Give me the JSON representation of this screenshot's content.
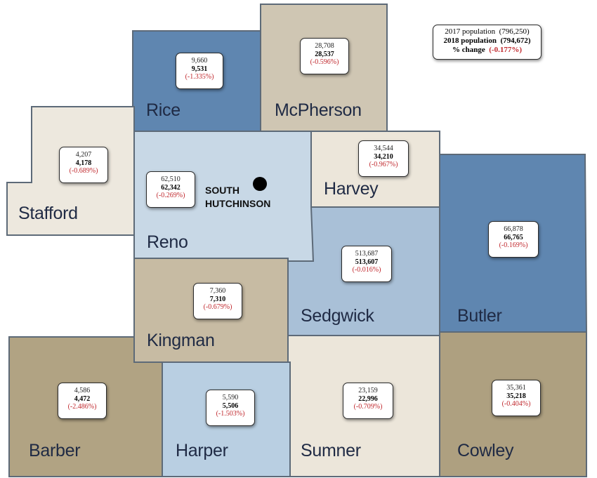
{
  "colors": {
    "rice": "#5f86b0",
    "mcpherson": "#cfc6b3",
    "stafford": "#ede8de",
    "reno": "#c8d8e6",
    "harvey": "#ece6da",
    "butler": "#5f86b0",
    "sedgwick": "#a9c0d7",
    "kingman": "#c7bba3",
    "barber": "#b1a383",
    "harper": "#b9cfe2",
    "sumner": "#ece6da",
    "cowley": "#aea080",
    "border": "#5d6a78",
    "percent_text": "#c0282d"
  },
  "legend": {
    "line1_label": "2017 population",
    "line1_value": "(796,250)",
    "line2_label": "2018 population",
    "line2_value": "(794,672)",
    "line3_label": "% change",
    "line3_value": "(-0.177%)"
  },
  "city": {
    "line1": "SOUTH",
    "line2": "HUTCHINSON"
  },
  "counties": {
    "rice": {
      "name": "Rice",
      "pop2017": "9,660",
      "pop2018": "9,531",
      "change": "(-1.335%)"
    },
    "mcpherson": {
      "name": "McPherson",
      "pop2017": "28,708",
      "pop2018": "28,537",
      "change": "(-0.596%)"
    },
    "stafford": {
      "name": "Stafford",
      "pop2017": "4,207",
      "pop2018": "4,178",
      "change": "(-0.689%)"
    },
    "reno": {
      "name": "Reno",
      "pop2017": "62,510",
      "pop2018": "62,342",
      "change": "(-0.269%)"
    },
    "harvey": {
      "name": "Harvey",
      "pop2017": "34,544",
      "pop2018": "34,210",
      "change": "(-0.967%)"
    },
    "butler": {
      "name": "Butler",
      "pop2017": "66,878",
      "pop2018": "66,765",
      "change": "(-0.169%)"
    },
    "sedgwick": {
      "name": "Sedgwick",
      "pop2017": "513,687",
      "pop2018": "513,607",
      "change": "(-0.016%)"
    },
    "kingman": {
      "name": "Kingman",
      "pop2017": "7,360",
      "pop2018": "7,310",
      "change": "(-0.679%)"
    },
    "barber": {
      "name": "Barber",
      "pop2017": "4,586",
      "pop2018": "4,472",
      "change": "(-2.486%)"
    },
    "harper": {
      "name": "Harper",
      "pop2017": "5,590",
      "pop2018": "5,506",
      "change": "(-1.503%)"
    },
    "sumner": {
      "name": "Sumner",
      "pop2017": "23,159",
      "pop2018": "22,996",
      "change": "(-0.709%)"
    },
    "cowley": {
      "name": "Cowley",
      "pop2017": "35,361",
      "pop2018": "35,218",
      "change": "(-0.404%)"
    }
  }
}
